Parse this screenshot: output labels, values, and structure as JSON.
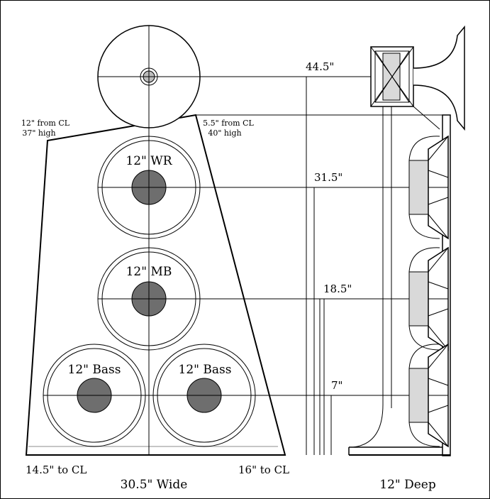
{
  "front": {
    "woofers": [
      {
        "label": "12\" WR"
      },
      {
        "label": "12\" MB"
      },
      {
        "label": "12\" Bass"
      },
      {
        "label": "12\" Bass"
      }
    ],
    "left_note": [
      "12\" from CL",
      "37\" high"
    ],
    "right_note": [
      "5.5\" from CL",
      "40\" high"
    ],
    "bottom_left": "14.5\" to CL",
    "bottom_right": "16\" to CL",
    "width_label": "30.5\" Wide"
  },
  "heights": {
    "tweeter": "44.5\"",
    "wr": "31.5\"",
    "mb": "18.5\"",
    "bass": "7\""
  },
  "side": {
    "depth_label": "12\" Deep"
  },
  "colors": {
    "cone": "#6e6e6e",
    "magnet": "#d9d9d9",
    "line": "#000000",
    "base_line": "#b4b4b4"
  }
}
